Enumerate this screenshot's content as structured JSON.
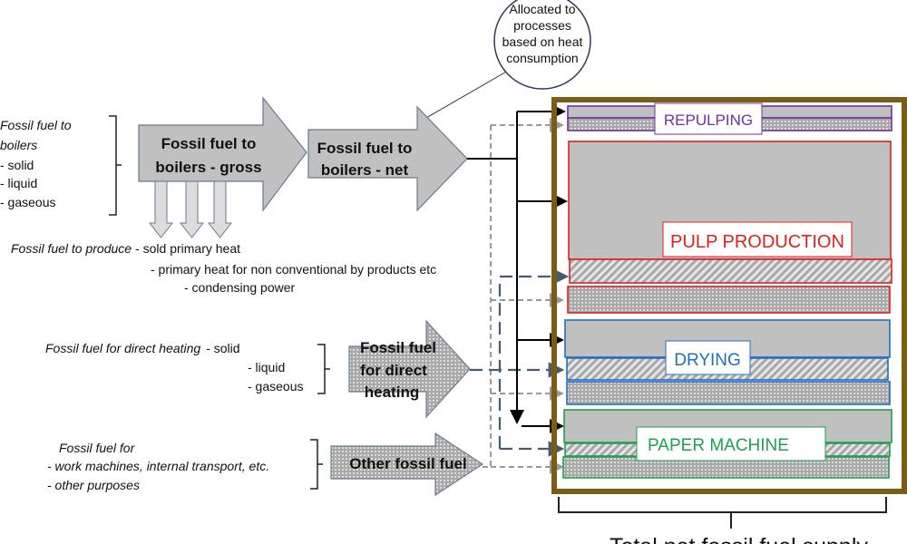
{
  "callout": {
    "lines": [
      "Allocated to",
      "processes",
      "based on heat",
      "consumption"
    ]
  },
  "boilers_input": {
    "title_lines": [
      "Fossil fuel to",
      "boilers"
    ],
    "items": [
      "- solid",
      "- liquid",
      "- gaseous"
    ]
  },
  "arrow_gross": {
    "lines": [
      "Fossil fuel to",
      "boilers - gross"
    ]
  },
  "arrow_net": {
    "lines": [
      "Fossil fuel to",
      "boilers - net"
    ]
  },
  "produce": {
    "label": "Fossil fuel to produce",
    "items": [
      "- sold primary heat",
      "- primary heat for non conventional by  products etc",
      "- condensing power"
    ]
  },
  "direct_input": {
    "label": "Fossil fuel for direct heating",
    "items": [
      "- solid",
      "- liquid",
      "- gaseous"
    ]
  },
  "arrow_direct": {
    "lines": [
      "Fossil fuel",
      "for direct",
      "heating"
    ]
  },
  "other_input": {
    "label": "Fossil fuel for",
    "items": [
      "- work machines, internal transport, etc.",
      "- other purposes"
    ]
  },
  "arrow_other": {
    "label": "Other fossil fuel"
  },
  "processes": [
    {
      "label": "REPULPING",
      "color": "#7030a0"
    },
    {
      "label": "PULP PRODUCTION",
      "color": "#e02020"
    },
    {
      "label": "DRYING",
      "color": "#1f6fbf"
    },
    {
      "label": "PAPER MACHINE",
      "color": "#20a050"
    }
  ],
  "frame_color": "#7a5c14",
  "total_label": "Total net fossil fuel supply"
}
